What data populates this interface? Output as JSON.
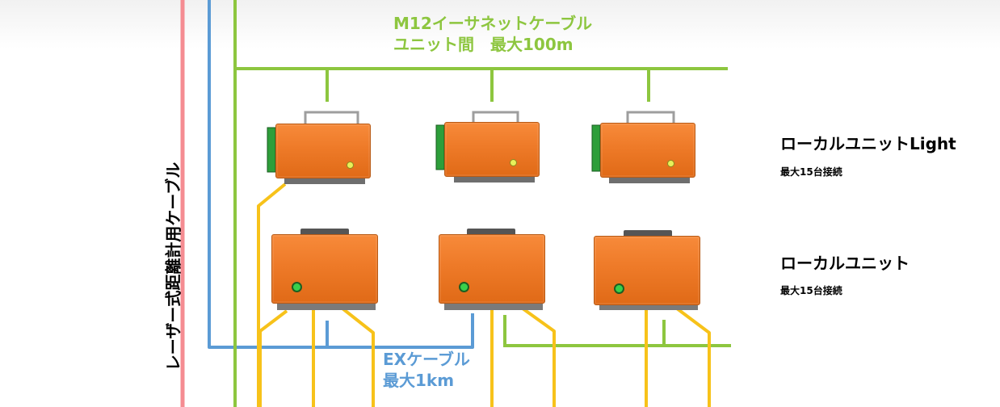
{
  "colors": {
    "laser_cable": "#f58c92",
    "ex_cable": "#5b9bd5",
    "m12_cable": "#8dc63f",
    "power_cable": "#f7c21a",
    "unit_body": "#ee7a28",
    "side_connector": "#2d9e3a"
  },
  "labels": {
    "m12_line1": "M12イーサネットケーブル",
    "m12_line2": "ユニット間　最大100m",
    "ex_line1": "EXケーブル",
    "ex_line2": "最大1km",
    "laser_cable": "レーザー式距離計用ケーブル"
  },
  "groups": [
    {
      "title": "ローカルユニットLight",
      "note": "最大15台接続"
    },
    {
      "title": "ローカルユニット",
      "note": "最大15台接続"
    }
  ]
}
